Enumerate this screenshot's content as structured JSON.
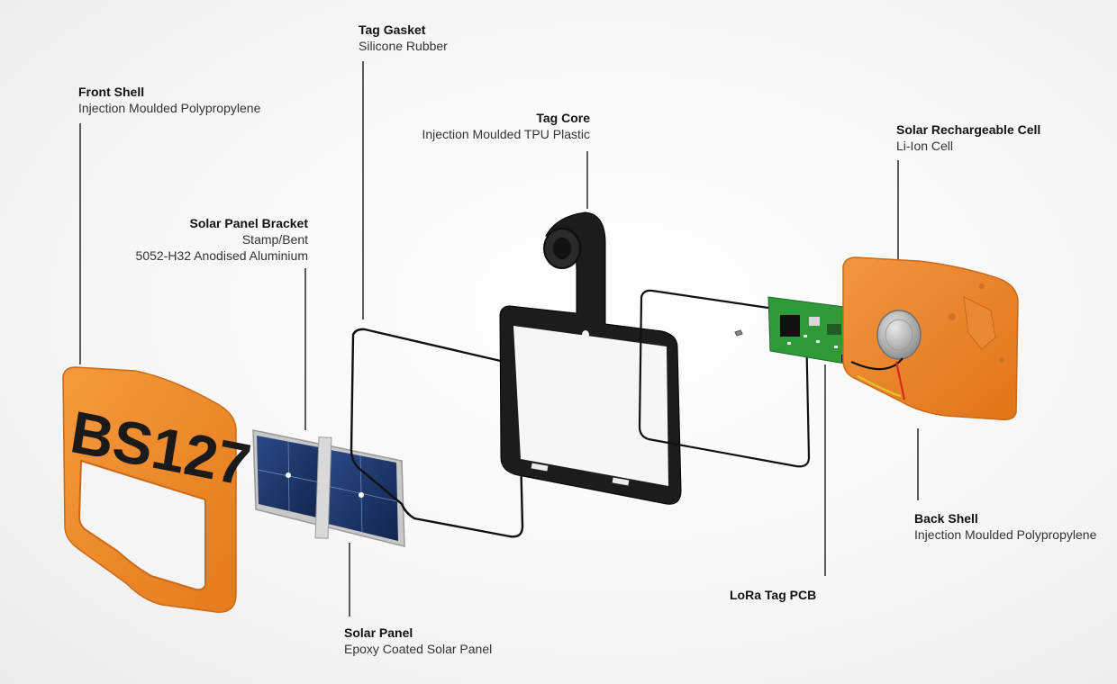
{
  "labels": {
    "front_shell": {
      "title": "Front Shell",
      "sub": "Injection Moulded Polypropylene"
    },
    "tag_gasket": {
      "title": "Tag Gasket",
      "sub": "Silicone Rubber"
    },
    "tag_core": {
      "title": "Tag Core",
      "sub": "Injection Moulded TPU Plastic"
    },
    "solar_cell": {
      "title": "Solar Rechargeable Cell",
      "sub": "Li-Ion Cell"
    },
    "solar_bracket": {
      "title": "Solar Panel Bracket",
      "sub1": "Stamp/Bent",
      "sub2": "5052-H32 Anodised Aluminium"
    },
    "solar_panel": {
      "title": "Solar Panel",
      "sub": "Epoxy Coated Solar Panel"
    },
    "back_shell": {
      "title": "Back Shell",
      "sub": "Injection Moulded Polypropylene"
    },
    "lora_pcb": {
      "title": "LoRa Tag PCB"
    }
  },
  "tag_text": "BS127",
  "colors": {
    "shell_orange": "#f08a2c",
    "shell_dark": "#c96a1a",
    "core_black": "#1c1c1e",
    "pcb_green": "#2f9a3a",
    "panel_blue": "#1d3566"
  }
}
